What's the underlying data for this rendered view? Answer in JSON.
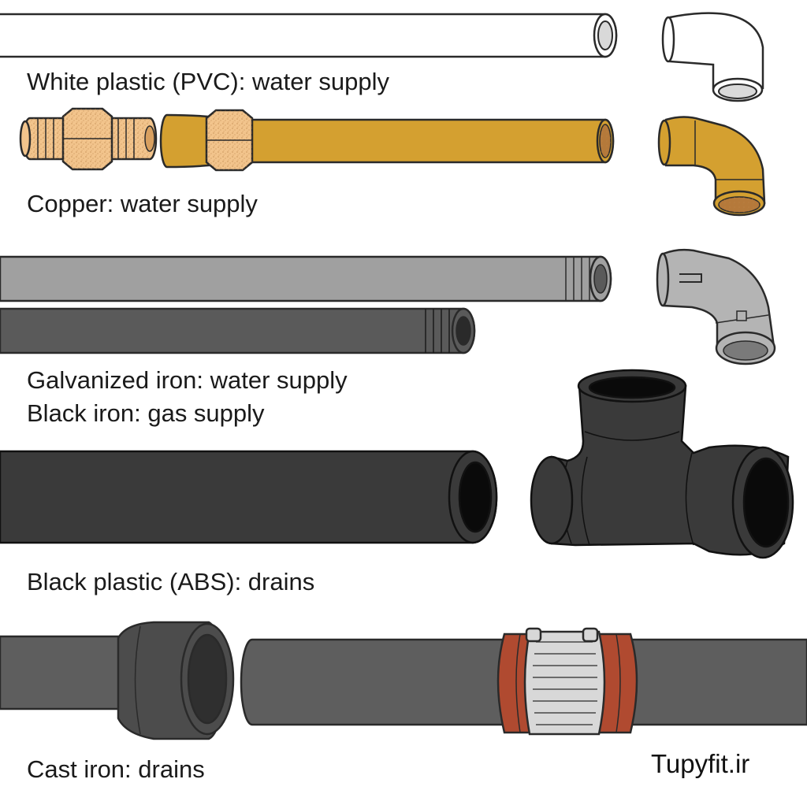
{
  "labels": {
    "pvc": "White plastic (PVC): water supply",
    "copper": "Copper: water supply",
    "galvanized": "Galvanized iron: water supply",
    "black_iron": "Black iron: gas supply",
    "abs": "Black plastic (ABS): drains",
    "cast_iron": "Cast iron: drains"
  },
  "watermark": "Tupyfit.ir",
  "colors": {
    "outline": "#2a2a2a",
    "pvc": "#ffffff",
    "pvc_inner": "#d9d9d9",
    "copper": "#d4a030",
    "copper_inner": "#b5793a",
    "brass": "#f2c48c",
    "galvanized": "#a0a0a0",
    "galvanized_fitting": "#b4b4b4",
    "black_iron": "#5a5a5a",
    "abs": "#3a3a3a",
    "abs_inner": "#0a0a0a",
    "cast_iron": "#5e5e5e",
    "cast_iron_hub": "#4c4c4c",
    "coupling_gasket": "#b04a30",
    "coupling_band": "#d8d8d8"
  }
}
